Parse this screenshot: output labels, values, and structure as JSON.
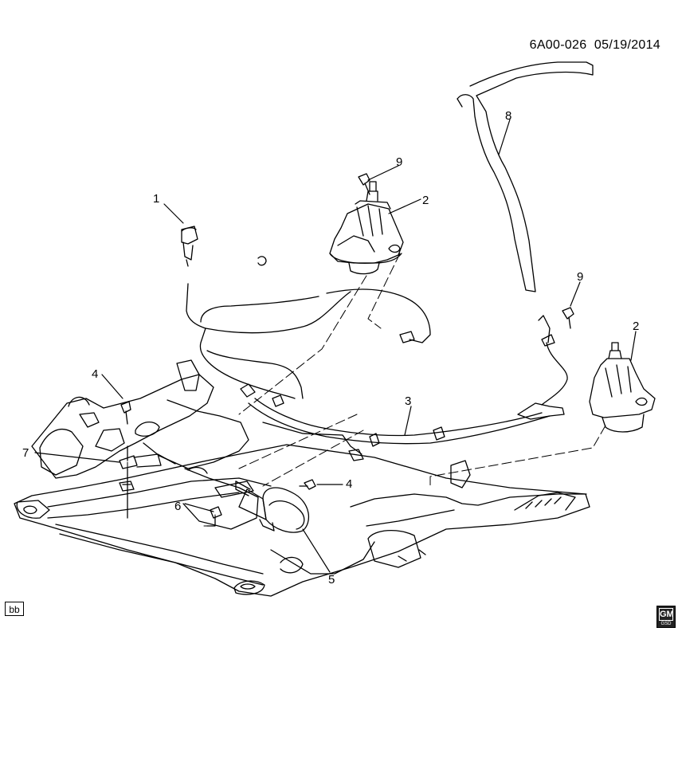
{
  "header": {
    "code": "6A00-026",
    "date": "05/19/2014"
  },
  "badge": {
    "bb": "bb"
  },
  "logo": {
    "text": "GM",
    "sub": "GSD"
  },
  "callouts": [
    "1",
    "2",
    "2",
    "3",
    "4",
    "4",
    "5",
    "6",
    "7",
    "8",
    "9",
    "9"
  ]
}
